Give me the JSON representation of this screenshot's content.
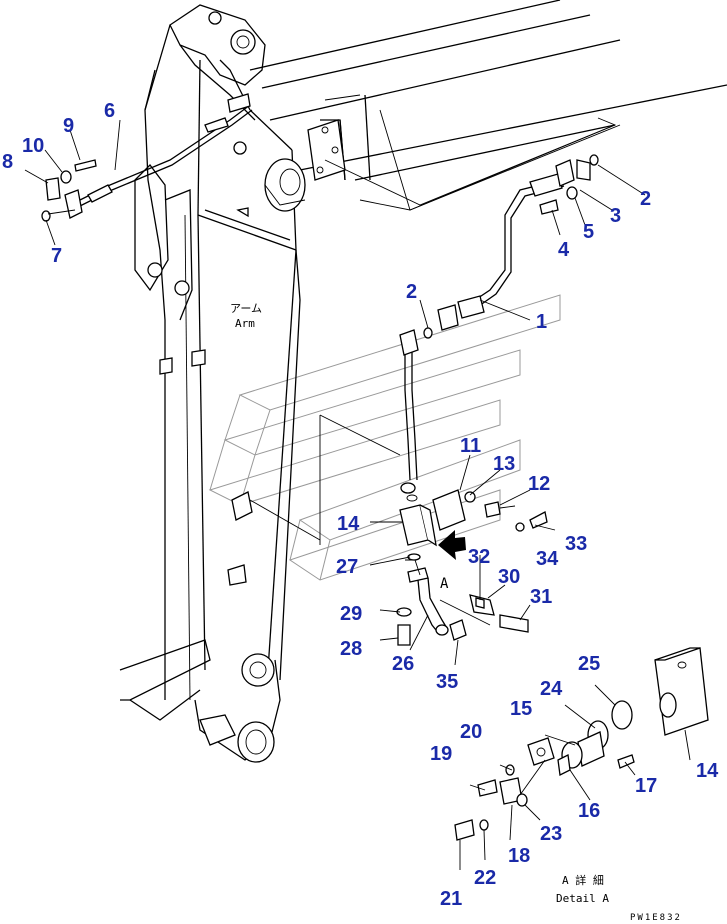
{
  "diagram": {
    "arm_label_jp": "アーム",
    "arm_label_en": "Arm",
    "detail_label_jp": "A 詳 細",
    "detail_label_en": "Detail A",
    "view_marker": "A",
    "drawing_code": "PW1E832"
  },
  "callouts": [
    {
      "id": "1",
      "text": "1"
    },
    {
      "id": "2a",
      "text": "2"
    },
    {
      "id": "2b",
      "text": "2"
    },
    {
      "id": "3",
      "text": "3"
    },
    {
      "id": "4",
      "text": "4"
    },
    {
      "id": "5",
      "text": "5"
    },
    {
      "id": "6",
      "text": "6"
    },
    {
      "id": "7",
      "text": "7"
    },
    {
      "id": "8",
      "text": "8"
    },
    {
      "id": "9",
      "text": "9"
    },
    {
      "id": "10",
      "text": "10"
    },
    {
      "id": "11",
      "text": "11"
    },
    {
      "id": "12",
      "text": "12"
    },
    {
      "id": "13",
      "text": "13"
    },
    {
      "id": "14a",
      "text": "14"
    },
    {
      "id": "14b",
      "text": "14"
    },
    {
      "id": "15",
      "text": "15"
    },
    {
      "id": "16",
      "text": "16"
    },
    {
      "id": "17",
      "text": "17"
    },
    {
      "id": "18",
      "text": "18"
    },
    {
      "id": "19",
      "text": "19"
    },
    {
      "id": "20",
      "text": "20"
    },
    {
      "id": "21",
      "text": "21"
    },
    {
      "id": "22",
      "text": "22"
    },
    {
      "id": "23",
      "text": "23"
    },
    {
      "id": "24",
      "text": "24"
    },
    {
      "id": "25",
      "text": "25"
    },
    {
      "id": "26",
      "text": "26"
    },
    {
      "id": "27",
      "text": "27"
    },
    {
      "id": "28",
      "text": "28"
    },
    {
      "id": "29",
      "text": "29"
    },
    {
      "id": "30",
      "text": "30"
    },
    {
      "id": "31",
      "text": "31"
    },
    {
      "id": "32",
      "text": "32"
    },
    {
      "id": "33",
      "text": "33"
    },
    {
      "id": "34",
      "text": "34"
    },
    {
      "id": "35",
      "text": "35"
    }
  ]
}
